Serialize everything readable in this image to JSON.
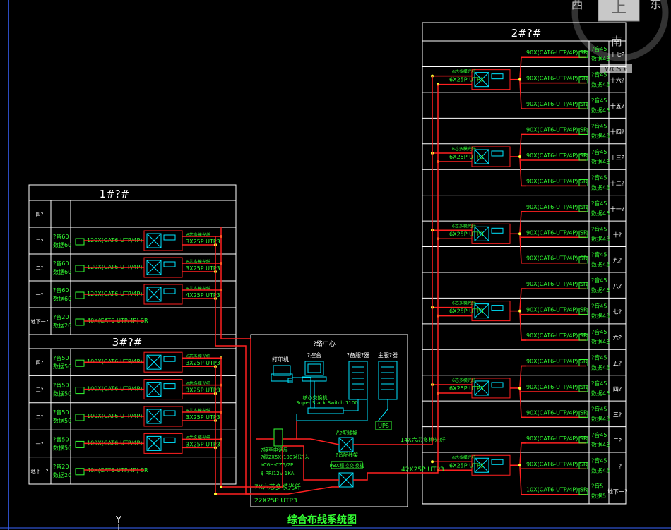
{
  "colors": {
    "background": "#000000",
    "frame": "#ffffff",
    "cable": "#ff2020",
    "label": "#33ff33",
    "equipment": "#00e5ff",
    "node": "#ffff33",
    "navcube": "#888888"
  },
  "viewcube": {
    "west": "西",
    "east": "东",
    "south": "南",
    "top_face": "上",
    "ucs": "WCS ▾"
  },
  "drawing_title": "综合布线系统图",
  "axis_marker": "Y",
  "building_right": {
    "title": "2#?#",
    "floors": [
      "十七?",
      "十六?",
      "十五?",
      "十四?",
      "十三?",
      "十二?",
      "十一?",
      "十?",
      "九?",
      "八?",
      "七?",
      "六?",
      "五?",
      "四?",
      "三?",
      "二?",
      "一?",
      "地下一?"
    ],
    "floor_labels": [
      {
        "a": "?音45",
        "b": "数据45",
        "cable": "90X(CAT6-UTP/4P) SR"
      },
      {
        "a": "?音45",
        "b": "数据45",
        "cable": "90X(CAT6-UTP/4P) SR"
      },
      {
        "a": "?音45",
        "b": "数据45",
        "cable": "90X(CAT6-UTP/4P) SR"
      },
      {
        "a": "?音45",
        "b": "数据45",
        "cable": "90X(CAT6-UTP/4P) SR"
      },
      {
        "a": "?音45",
        "b": "数据45",
        "cable": "90X(CAT6-UTP/4P) SR"
      },
      {
        "a": "?音45",
        "b": "数据45",
        "cable": "90X(CAT6-UTP/4P) SR"
      },
      {
        "a": "?音45",
        "b": "数据45",
        "cable": "90X(CAT6-UTP/4P) SR"
      },
      {
        "a": "?音45",
        "b": "数据45",
        "cable": "90X(CAT6-UTP/4P) SR"
      },
      {
        "a": "?音45",
        "b": "数据45",
        "cable": "90X(CAT6-UTP/4P) SR"
      },
      {
        "a": "?音45",
        "b": "数据45",
        "cable": "90X(CAT6-UTP/4P) SR"
      },
      {
        "a": "?音45",
        "b": "数据45",
        "cable": "90X(CAT6-UTP/4P) SR"
      },
      {
        "a": "?音45",
        "b": "数据45",
        "cable": "90X(CAT6-UTP/4P) SR"
      },
      {
        "a": "?音45",
        "b": "数据45",
        "cable": "90X(CAT6-UTP/4P) SR"
      },
      {
        "a": "?音45",
        "b": "数据45",
        "cable": "90X(CAT6-UTP/4P) SR"
      },
      {
        "a": "?音45",
        "b": "数据45",
        "cable": "90X(CAT6-UTP/4P) SR"
      },
      {
        "a": "?音45",
        "b": "数据45",
        "cable": "90X(CAT6-UTP/4P) SR"
      },
      {
        "a": "?音45",
        "b": "数据45",
        "cable": "90X(CAT6-UTP/4P) SR"
      },
      {
        "a": "?音5",
        "b": "数据5",
        "cable": "10X(CAT6-UTP/4P) SR"
      }
    ],
    "riser_label": "6X25P UTP3",
    "riser_top": "6芯多模光纤"
  },
  "building_1": {
    "title": "1#?#",
    "floors": [
      "四?",
      "三?",
      "二?",
      "一?",
      "地下一?"
    ],
    "floor_labels": [
      {
        "a": "",
        "b": "",
        "cable": ""
      },
      {
        "a": "?音60",
        "b": "数据60",
        "cable": "120X(CAT6-UTP/4P)"
      },
      {
        "a": "?音60",
        "b": "数据60",
        "cable": "120X(CAT6-UTP/4P)"
      },
      {
        "a": "?音60",
        "b": "数据60",
        "cable": "120X(CAT6-UTP/4P)"
      },
      {
        "a": "?音20",
        "b": "数据20",
        "cable": "40X(CAT6-UTP/4P) SR"
      }
    ],
    "risers": [
      "3X25P UTP3",
      "3X25P UTP3",
      "4X25P UTP3"
    ],
    "riser_top": "6芯多模光纤"
  },
  "building_3": {
    "title": "3#?#",
    "floors": [
      "四?",
      "三?",
      "二?",
      "一?",
      "地下一?"
    ],
    "floor_labels": [
      {
        "a": "?音50",
        "b": "数据50",
        "cable": "100X(CAT6-UTP/4P)"
      },
      {
        "a": "?音50",
        "b": "数据50",
        "cable": "100X(CAT6-UTP/4P)"
      },
      {
        "a": "?音50",
        "b": "数据50",
        "cable": "100X(CAT6-UTP/4P)"
      },
      {
        "a": "?音50",
        "b": "数据50",
        "cable": "100X(CAT6-UTP/4P)"
      },
      {
        "a": "?音20",
        "b": "数据20",
        "cable": "40X(CAT6-UTP/4P) SR"
      }
    ],
    "risers": [
      "3X25P UTP3",
      "3X25P UTP3",
      "3X25P UTP3",
      "3X25P UTP3"
    ],
    "riser_top": "6芯多模光纤"
  },
  "center": {
    "title": "?络中心",
    "printer": "打印机",
    "workstation": "?控台",
    "server1": "?备服?器",
    "server2": "主服?器",
    "switch": "Super Stack Switch 1100",
    "switch_label": "核心交换机",
    "ups": "UPS",
    "note1": "?接至电话局",
    "note2": "?缆2X5X(100对)进入",
    "note3": "YC6H-CZ5/2P",
    "note4": "$ PRI12V 1KA",
    "pbx": "PBX程控交换机",
    "odf": "光?配线架",
    "voice_frame": "?音配线架",
    "line1": "14X六芯多模光纤",
    "line2": "42X25P UTP3",
    "line3": "7X六芯多模光纤",
    "line4": "22X25P UTP3"
  }
}
